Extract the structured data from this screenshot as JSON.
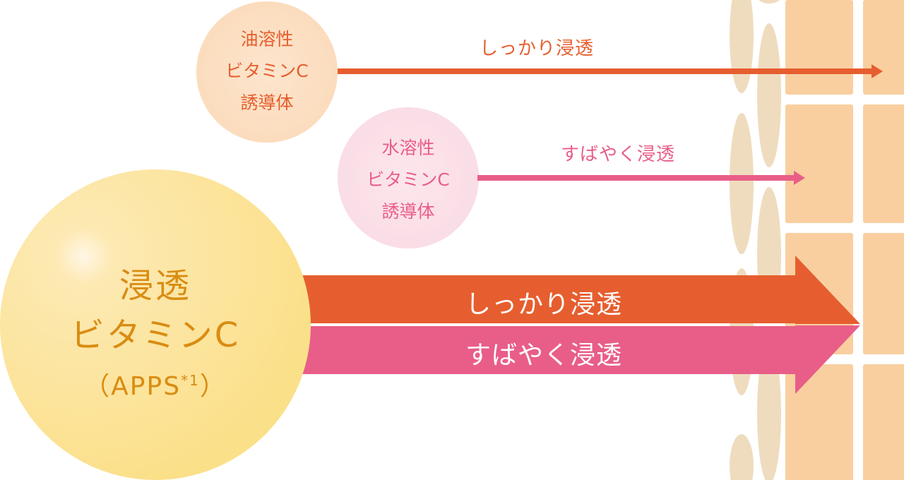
{
  "colors": {
    "oil": "#e65e2f",
    "water": "#e85e88",
    "apps_text": "#d98c12",
    "cell": "#f9cfa0",
    "membrane": "#efdcbf"
  },
  "oil_soluble": {
    "lines": [
      "油溶性",
      "ビタミンC",
      "誘導体"
    ],
    "arrow_label": "しっかり浸透"
  },
  "water_soluble": {
    "lines": [
      "水溶性",
      "ビタミンC",
      "誘導体"
    ],
    "arrow_label": "すばやく浸透"
  },
  "apps": {
    "line1": "浸透",
    "line2": "ビタミンC",
    "line3_prefix": "（APPS",
    "line3_sup": "*1",
    "line3_suffix": "）",
    "arrow_top_label": "しっかり浸透",
    "arrow_bottom_label": "すばやく浸透"
  }
}
